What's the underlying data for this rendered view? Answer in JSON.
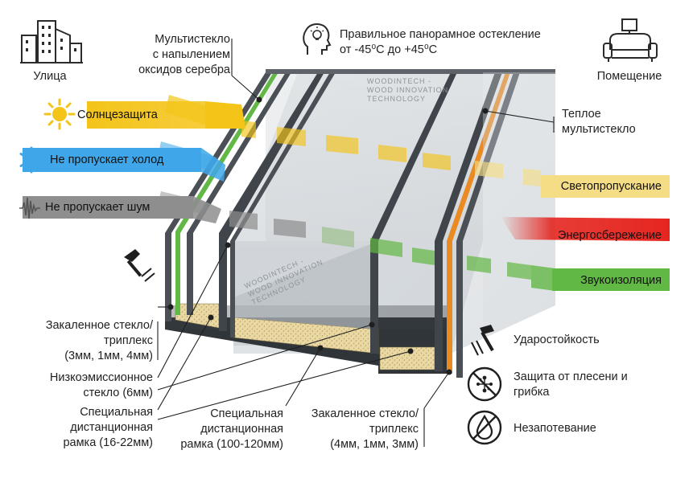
{
  "top": {
    "street": "Улица",
    "room": "Помещение",
    "panorama_line1": "Правильное панорамное остекление",
    "panorama_line2": "от -45⁰С до +45⁰С"
  },
  "left_features": [
    {
      "label": "Солнцезащита",
      "color": "#f4c419"
    },
    {
      "label": "Не пропускает холод",
      "color": "#3ea6e9"
    },
    {
      "label": "Не пропускает шум",
      "color": "#8e8e8e"
    }
  ],
  "right_features": [
    {
      "label": "Светопропускание",
      "color": "#f5dd86"
    },
    {
      "label": "Энергосбережение",
      "color": "#e52620"
    },
    {
      "label": "Звукоизоляция",
      "color": "#62b844"
    }
  ],
  "callouts": {
    "multiglass": [
      "Мультистекло",
      "с напылением",
      "оксидов серебра"
    ],
    "warm_glass": [
      "Теплое",
      "мультистекло"
    ],
    "tempered_left": [
      "Закаленное стекло/",
      "триплекс",
      "(3мм, 1мм, 4мм)"
    ],
    "low_e": [
      "Низкоэмиссионное",
      "стекло (6мм)"
    ],
    "spacer_small": [
      "Специальная",
      "дистанционная",
      "рамка (16-22мм)"
    ],
    "spacer_large": [
      "Специальная",
      "дистанционная",
      "рамка (100-120мм)"
    ],
    "tempered_right": [
      "Закаленное стекло/",
      "триплекс",
      "(4мм, 1мм, 3мм)"
    ]
  },
  "bottom_features": [
    {
      "label": "Ударостойкость",
      "icon": "hammer-icon"
    },
    {
      "label": "Защита от плесени и грибка",
      "icon": "mold-icon"
    },
    {
      "label": "Незапотевание",
      "icon": "no-fog-icon"
    }
  ],
  "watermark": {
    "lines": [
      "WOODINTECH -",
      "WOOD INNOVATION",
      "TECHNOLOGY"
    ]
  }
}
